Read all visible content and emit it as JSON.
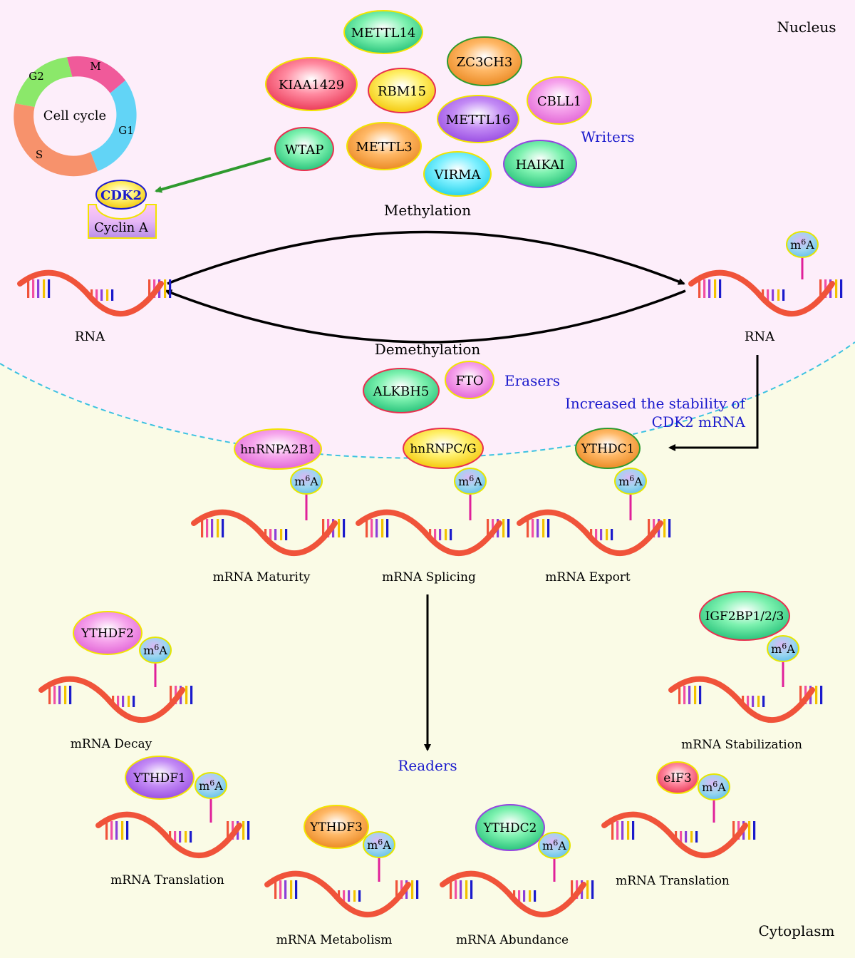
{
  "compartments": {
    "nucleus": "Nucleus",
    "cytoplasm": "Cytoplasm"
  },
  "cell_cycle": {
    "center": "Cell cycle",
    "phases": [
      "M",
      "G1",
      "S",
      "G2"
    ]
  },
  "cdk": {
    "cdk2": "CDK2",
    "cyclin": "Cyclin A"
  },
  "writers": {
    "label": "Writers",
    "proteins": [
      "METTL14",
      "ZC3CH3",
      "KIAA1429",
      "RBM15",
      "CBLL1",
      "METTL16",
      "WTAP",
      "METTL3",
      "HAIKAI",
      "VIRMA"
    ]
  },
  "process": {
    "methylation": "Methylation",
    "demethylation": "Demethylation",
    "rna_left": "RNA",
    "rna_right": "RNA",
    "stability": [
      "Increased the stability of",
      "CDK2 mRNA"
    ]
  },
  "erasers": {
    "label": "Erasers",
    "proteins": [
      "ALKBH5",
      "FTO"
    ]
  },
  "mark": {
    "m": "m",
    "sup": "6",
    "a": "A"
  },
  "readers_label": "Readers",
  "readers": [
    {
      "protein": "hnRNPA2B1",
      "caption": "mRNA Maturity"
    },
    {
      "protein": "hnRNPC/G",
      "caption": "mRNA Splicing"
    },
    {
      "protein": "YTHDC1",
      "caption": "mRNA Export"
    },
    {
      "protein": "YTHDF2",
      "caption": "mRNA Decay"
    },
    {
      "protein": "IGF2BP1/2/3",
      "caption": "mRNA Stabilization"
    },
    {
      "protein": "YTHDF1",
      "caption": "mRNA Translation"
    },
    {
      "protein": "eIF3",
      "caption": "mRNA Translation"
    },
    {
      "protein": "YTHDF3",
      "caption": "mRNA Metabolism"
    },
    {
      "protein": "YTHDC2",
      "caption": "mRNA Abundance"
    }
  ],
  "colors": {
    "nucleus_bg": "#fdeefa",
    "cytoplasm_bg": "#fafbe6",
    "boundary": "#3cc2e0",
    "rna_strand": "#f0533a",
    "label_blue": "#1a1acc",
    "arrow_green": "#2e9a2e"
  }
}
